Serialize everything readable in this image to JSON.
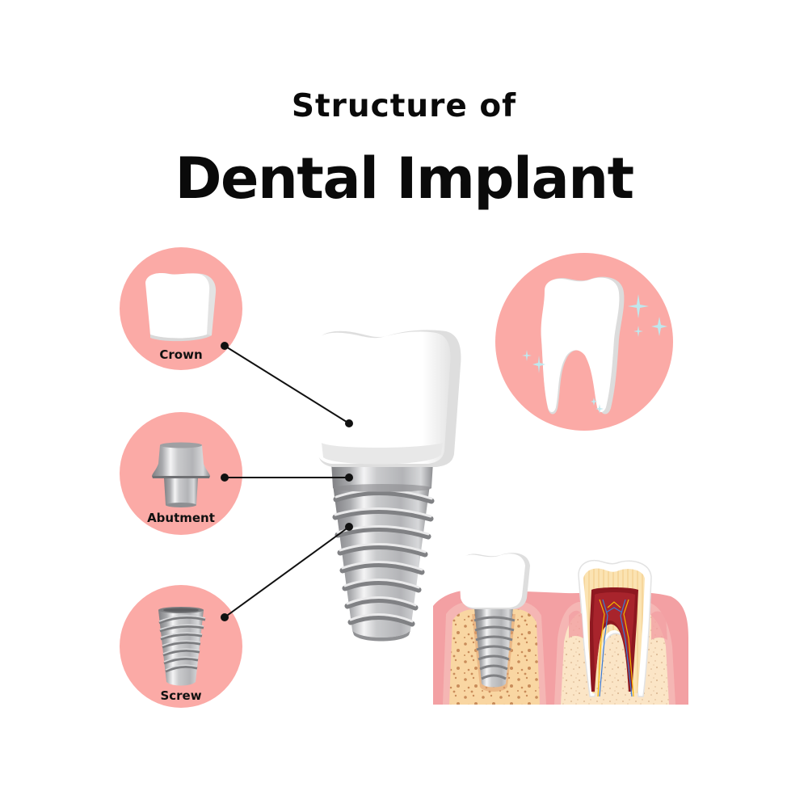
{
  "title": {
    "line1": "Structure of",
    "line2": "Dental Implant"
  },
  "components": [
    {
      "id": "crown",
      "label": "Crown",
      "icon": "crown-tooth-icon"
    },
    {
      "id": "abutment",
      "label": "Abutment",
      "icon": "abutment-icon"
    },
    {
      "id": "screw",
      "label": "Screw",
      "icon": "screw-icon"
    }
  ],
  "illustrations": {
    "implant": "assembled-implant",
    "natural_tooth": "healthy-tooth-with-sparkles",
    "cross_section": "implant-vs-natural-tooth-in-gum"
  },
  "colors": {
    "background": "#ffffff",
    "circle_fill": "#fbaaa6",
    "text": "#0a0a0a",
    "connector": "#111111",
    "tooth_white": "#ffffff",
    "tooth_shade": "#e6e6e6",
    "metal_light": "#e9e9ea",
    "metal_mid": "#b8b9bb",
    "metal_dark": "#8a8b8e",
    "gum": "#f3a0a3",
    "gum_light": "#f8c3c3",
    "bone": "#f9d8a6",
    "bone_natural": "#fbe6c8",
    "bone_speck": "#c98e5c",
    "pulp": "#8e1820",
    "dentin": "#f8deae",
    "sparkle": "#bfe8ee"
  }
}
